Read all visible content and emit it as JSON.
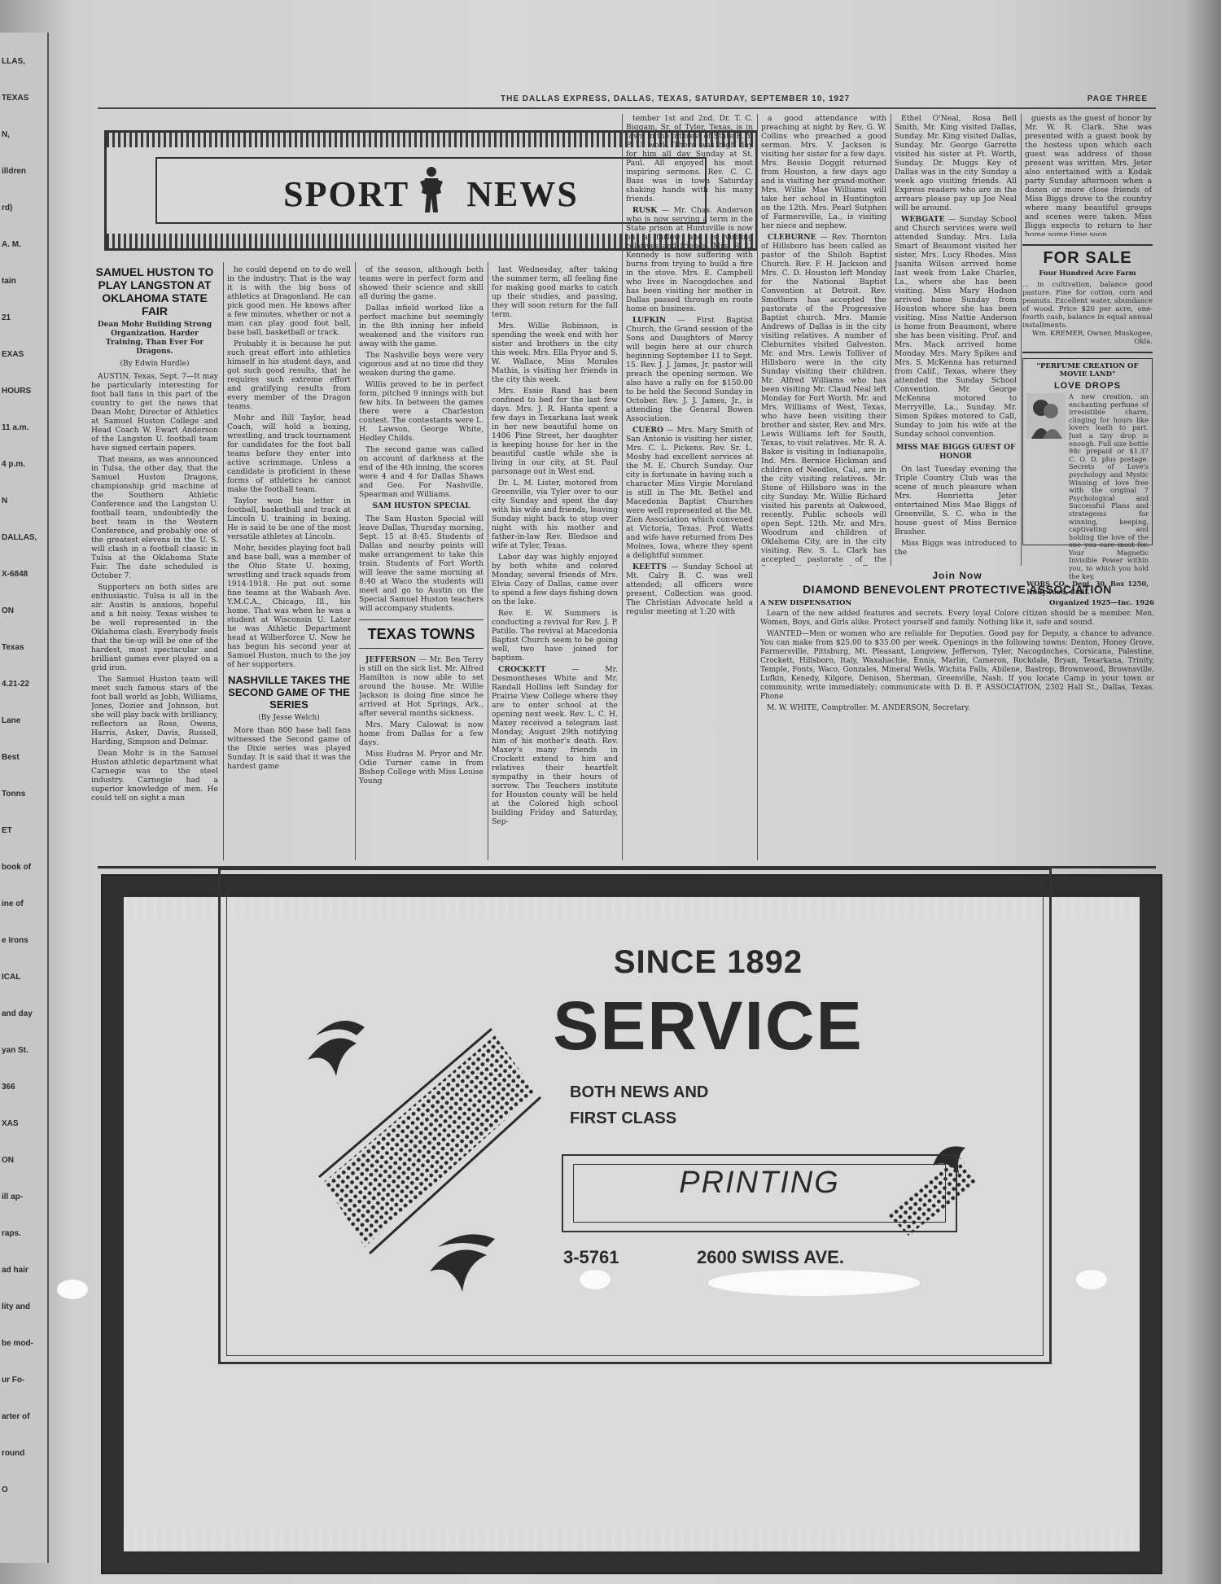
{
  "masthead": {
    "date_line": "THE DALLAS EXPRESS, DALLAS, TEXAS, SATURDAY, SEPTEMBER 10, 1927",
    "page_label": "PAGE THREE"
  },
  "banner": {
    "title_left": "SPORT",
    "title_right": "NEWS"
  },
  "left_strip": [
    "LLAS,",
    "TEXAS",
    "N,",
    "illdren",
    "rd)",
    "A. M.",
    "tain",
    "21",
    "EXAS",
    "HOURS",
    "11 a.m.",
    "4 p.m.",
    "N",
    "DALLAS,",
    "X-6848",
    "ON",
    "Texas",
    "4.21-22",
    "Lane",
    "Best",
    "Tonns",
    "ET",
    "book of",
    "ine of",
    "e Irons",
    "ICAL",
    "and day",
    "yan St.",
    "366",
    "XAS",
    "ON",
    "ill ap-",
    "raps.",
    "ad hair",
    "lity and",
    "be mod-",
    "ur Fo-",
    "arter of",
    "round",
    "O"
  ],
  "columns": {
    "col1": {
      "headline": "SAMUEL HUSTON TO PLAY LANGSTON AT OKLAHOMA STATE FAIR",
      "subhead": "Dean Mohr Building Strong Organization. Harder Training, Than Ever For Dragons.",
      "byline": "(By Edwin Hurdle)",
      "paragraphs": [
        "AUSTIN, Texas, Sept. 7—It may be particularly interesting for foot ball fans in this part of the country to get the news that Dean Mohr, Director of Athletics at Samuel Huston College and Head Coach W. Ewart Anderson of the Langston U. football team have signed certain papers.",
        "That means, as was announced in Tulsa, the other day, that the Samuel Huston Dragons, championship grid machine of the Southern Athletic Conference and the Langston U. football team, undoubtedly the best team in the Western Conference, and probably one of the greatest elevens in the U. S. will clash in a football classic in Tulsa at the Oklahoma State Fair. The date scheduled is October 7.",
        "Supporters on both sides are enthusiastic. Tulsa is all in the air. Austin is anxious, hopeful and a bit noisy. Texas wishes to be well represented in the Oklahoma clash. Everybody feels that the tie-up will be one of the hardest, most spectacular and brilliant games ever played on a grid iron.",
        "The Samuel Huston team will meet such famous stars of the foot ball world as Jobb, Williams, Jones, Dozier and Johnson, but she will play back with brilliancy, reflectors as Rose, Owens, Harris, Asker, Davis, Russell, Harding, Simpson and Delmar.",
        "Dean Mohr is in the Samuel Huston athletic department what Carnegie was to the steel industry. Carnegie had a superior knowledge of men. He could tell on sight a man"
      ]
    },
    "col2": {
      "paragraphs": [
        "he could depend on to do well in the industry. That is the way it is with the big boss of athletics at Dragonland. He can pick good men. He knows after a few minutes, whether or not a man can play good foot ball, base ball, basketball or track.",
        "Probably it is because he put such great effort into athletics himself in his student days, and got such good results, that he requires such extreme effort and gratifying results from every member of the Dragon teams.",
        "Mohr and Bill Taylor, head Coach, will hold a boxing, wrestling, and track tournament for candidates for the foot ball teams before they enter into active scrimmage. Unless a candidate is proficient in these forms of athletics he cannot make the football team.",
        "Taylor won his letter in football, basketball and track at Lincoln U. training in boxing. He is said to be one of the most versatile athletes at Lincoln.",
        "Mohr, besides playing foot ball and base ball, was a member of the Ohio State U. boxing, wrestling and track squads from 1914-1918. He put out some fine teams at the Wabash Ave. Y.M.C.A., Chicago, Ill., his home. That was when he was a student at Wisconsin U. Later he was Athletic Department head at Wilberforce U. Now he has begun his second year at Samuel Huston, much to the joy of her supporters."
      ],
      "headline2": "NASHVILLE TAKES THE SECOND GAME OF THE SERIES",
      "byline2": "(By Jesse Welch)",
      "paragraphs2": [
        "More than 800 base ball fans witnessed the Second game of the Dixie series was played Sunday. It is said that it was the hardest game"
      ]
    },
    "col3": {
      "paragraphs": [
        "of the season, although both teams were in perfect form and showed their science and skill all during the game.",
        "Dallas infield worked like a perfect machine but seemingly in the 8th inning her infield weakened and the visitors ran away with the game.",
        "The Nashville boys were very vigorous and at no time did they weaken during the game.",
        "Willis proved to be in perfect form, pitched 9 innings with but few hits. In between the games there were a Charleston contest. The contestants were L. H. Lawson, George White, Hedley Childs.",
        "The second game was called on account of darkness at the end of the 4th inning, the scores were 4 and 4 for Dallas Shaws and Geo. For Nashville, Spearman and Williams."
      ],
      "subhead": "SAM HUSTON SPECIAL",
      "paragraphs2": [
        "The Sam Huston Special will leave Dallas, Thursday morning, Sept. 15 at 8:45. Students of Dallas and nearby points will make arrangement to take this train. Students of Fort Worth will leave the same morning at 8:40 at Waco the students will meet and go to Austin on the Special Samuel Huston teachers will accompany students."
      ],
      "headline2": "TEXAS TOWNS",
      "town": "JEFFERSON",
      "paragraphs3": [
        "— Mr. Ben Terry is still on the sick list. Mr. Alfred Hamilton is now able to set around the house. Mr. Willie Jackson is doing fine since he arrived at Hot Springs, Ark., after several months sickness.",
        "Mrs. Mary Calowat is now home from Dallas for a few days.",
        "Miss Eudras M. Pryor and Mr. Odie Turner came in from Bishop College with Miss Louise Young"
      ]
    },
    "col4": {
      "paragraphs": [
        "last Wednesday, after taking the summer term, all feeling fine for making good marks to catch up their studies, and passing, they will soon return for the fall term.",
        "Mrs. Willie Robinson, is spending the week end with her sister and brothers in the city this week. Mrs. Ella Pryor and S. W. Wallace, Miss Morales Mathis, is visiting her friends in the city this week.",
        "Mrs. Essie Rand has been confined to bed for the last few days. Mrs. J. R. Hanta spent a few days in Texarkana last week in her new beautiful home on 1406 Pine Street, her daughter is keeping house for her in the beautiful castle while she is living in our city, at St. Paul parsonage out in West end.",
        "Dr. L. M. Lister, motored from Greenville, via Tyler over to our city Sunday and spent the day with his wife and friends, leaving Sunday night back to stop over night with his mother and father-in-law Rev. Bledsoe and wife at Tyler, Texas.",
        "Labor day was highly enjoyed by both white and colored Monday, several friends of Mrs. Elvia Cozy of Dallas, came over to spend a few days fishing down on the lake.",
        "Rev. E. W. Summers is conducting a revival for Rev. J. P. Patillo. The revival at Macedonia Baptist Church seem to be going well, two have joined for baptism."
      ],
      "town": "CROCKETT",
      "paragraphs2": [
        "— Mr. Desmontheses White and Mr. Randall Hollins left Sunday for Prairie View College where they are to enter school at the opening next week. Rev. L. C. H. Maxey received a telegram last Monday, August 29th notifying him of his mother's death. Rev. Maxey's many friends in Crockett extend to him and relatives their heartfelt sympathy in their hours of sorrow. The Teachers institute for Houston county will be held at the Colored high school building Friday and Saturday, Sep-"
      ]
    },
    "col5": {
      "paragraphs": [
        "tember 1st and 2nd. Dr. T. C. Biggam, Sr. of Tyler, Texas, is in town in the interest of State B. Y. P. U. work. There was high day for him all day Sunday at St. Paul. All enjoyed his most inspiring sermons. Rev. C. C. Bass was in town Saturday shaking hands with his many friends."
      ],
      "town1": "RUSK",
      "paragraphs2": [
        "— Mr. Chas. Anderson who is now serving a term in the State prison at Huntsville is now on a furlow and is visiting relatives and friends. Mrs. R. L. Kennedy is now suffering with burns from trying to build a fire in the stove. Mrs. E. Campbell who lives in Nacogdoches and has been visiting her mother in Dallas passed through en route home on business."
      ],
      "town2": "LUFKIN",
      "paragraphs3": [
        "— First Baptist Church, the Grand session of the Sons and Daughters of Mercy will begin here at our church beginning September 11 to Sept. 15. Rev. J. J. James, Jr. pastor will preach the opening sermon. We also have a rally on for $150.00 to be held the Second Sunday in October. Rev. J. J. James, Jr., is attending the General Bowen Association."
      ],
      "town3": "CUERO",
      "paragraphs4": [
        "— Mrs. Mary Smith of San Antonio is visiting her sister, Mrs. C. L. Pickens. Rev. Sr. L. Mosby had excellent services at the M. E. Church Sunday. Our city is fortunate in having such a character Miss Virgie Moreland is still in The Mt. Bethel and Macedonia Baptist Churches were well represented at the Mt. Zion Association which convened at Victoria, Texas. Prof. Watts and wife have returned from Des Moines, Iowa, where they spent a delightful summer."
      ],
      "town4": "KEETTS",
      "paragraphs5": [
        "— Sunday School at Mt. Calry B. C. was well attended; all officers were present. Collection was good. The Christian Advocate held a regular meeting at 1:20 with"
      ]
    },
    "col6": {
      "paragraphs": [
        "a good attendance with preaching at night by Rev. G. W. Collins who preached a good sermon. Mrs. V. Jackson is visiting her sister for a few days. Mrs. Bessie Doggit returned from Houston, a few days ago and is visiting her grand-mother. Mrs. Willie Mae Williams will take her school in Huntington on the 12th. Mrs. Pearl Sutphen of Farmersville, La., is visiting her niece and nephew."
      ],
      "town": "CLEBURNE",
      "paragraphs2": [
        "— Rev. Thornton of Hillsboro has been called as pastor of the Shiloh Baptist Church. Rev. F. H. Jackson and Mrs. C. D. Houston left Monday for the National Baptist Convention at Detroit. Rev. Smothers has accepted the pastorate of the Progressive Baptist church. Mrs. Mamie Andrews of Dallas is in the city visiting relatives. A number of Cleburnites visited Galveston. Mr. and Mrs. Lewis Tolliver of Hillsboro were in the city Sunday visiting their children. Mr. Alfred Williams who has been visiting Mr. Claud Neal left Monday for Fort Worth. Mr. and Mrs. Williams of West, Texas, who have been visiting their brother and sister, Rev. and Mrs. Lewis Williams left for South, Texas, to visit relatives. Mr. R. A. Baker is visiting in Indianapolis, Ind. Mrs. Bernice Hickman and children of Needles, Cal., are in the city visiting relatives. Mr. Stone of Hillsboro was in the city Sunday. Mr. Willie Richard visited his parents at Oakwood, recently. Public schools will open Sept. 12th. Mr. and Mrs. Woodrum and children of Oklahoma City, are in the city visiting. Rev. S. L. Clark has accepted pastorate of the Baptist Church at Italy, Texas. Mrs. Beulah Holley who has been visiting her brother and son at Tulsa, Oklahoma, has returned. Mr. Roleaque of Fort Worth was the guest of Mr. Claude Neal Sunday. Mesdames"
      ]
    },
    "col7": {
      "paragraphs": [
        "Ethel O'Neal, Rosa Bell Smith, Mr. King visited Dallas, Sunday. Mr. King visited Dallas, Sunday. Mr. George Garrette visited his sister at Ft. Worth, Sunday. Dr. Muggs Key of Dallas was in the city Sunday a week ago visiting friends. All Express readers who are in the arrears please pay up Joe Neal will be around."
      ],
      "town": "WEBGATE",
      "paragraphs2": [
        "— Sunday School and Church services were well attended Sunday. Mrs. Lula Smart of Beaumont visited her sister, Mrs. Lucy Rhodes. Miss Juanita Wilson arrived home last week from Lake Charles, La., where she has been visiting. Miss Mary Hodson arrived home Sunday from Houston where she has been visiting. Miss Nattie Anderson is home from Beaumont, where she has been visiting. Prof. and Mrs. Mack arrived home Monday. Mrs. Mary Spikes and Mrs. S. McKenna has returned from Calif., Texas, where they attended the Sunday School Convention. Mr. George McKenna motored to Merryville, La., Sunday. Mr. Simon Spikes motored to Call, Sunday to join his wife at the Sunday school convention."
      ],
      "headline2": "MISS MAE BIGGS GUEST OF HONOR",
      "paragraphs3": [
        "On last Tuesday evening the Triple Country Club was the scene of much pleasure when Mrs. Henrietta Jeter entertained Miss Mae Biggs of Greenville, S. C. who is the house guest of Miss Bernice Brasher.",
        "Miss Biggs was introduced to the"
      ]
    },
    "col8": {
      "paragraphs": [
        "guests as the guest of honor by Mr. W. R. Clark. She was presented with a guest book by the hostess upon which each guest was address of those present was written. Mrs. Jeter also entertained with a Kodak party Sunday afternoon when a dozen or more close friends of Miss Biggs drove to the country where many beautiful groups and scenes were taken. Miss Biggs expects to return to her home some time soon."
      ]
    },
    "forsale": {
      "title": "FOR SALE",
      "subtitle": "Four Hundred Acre Farm",
      "text": "... in cultivation, balance good pasture. Fine for cotton, corn and peanuts. Excellent water, abundance of wood. Price $20 per acre, one-fourth cash, balance in equal annual installments.",
      "signature": "Wm. KREMER, Owner, Muskogee, Okla."
    },
    "lovedrops": {
      "title": "\"PERFUME CREATION OF MOVIE LAND\"",
      "name": "LOVE DROPS",
      "text": "A new creation, an enchanting perfume of irresistible charm, clinging for hours like lovers loath to part. Just a tiny drop is enough. Full size bottle 98c prepaid or $1.37 C. O. D. plus postage. Secrets of Love's psychology and Mystic Winning of love free with the original 7 Psychological and Successful Plans and strategems for winning, keeping, captivating and holding the love of the one you care most for. Your Magnetic Invisible Power within you, to which you hold the key.",
      "address": "WORS CO., Dept. 30, Box 1250, Hollywood, Calif."
    },
    "join": {
      "title": "Join Now",
      "org": "DIAMOND BENEVOLENT PROTECTIVE ASSOCIATION",
      "line1_left": "A NEW DISPENSATION",
      "line1_right": "Organized 1925—Inc. 1926",
      "paragraphs": [
        "Learn of the new added features and secrets. Every loyal Colore citizen should be a member. Men, Women, Boys, and Girls alike. Protect yourself and family. Nothing like it, safe and sound.",
        "WANTED—Men or women who are reliable for Deputies. Good pay for Deputy, a chance to advance. You can make from $25.00 to $35.00 per week. Openings in the following towns: Denton, Honey Grove, Farmersville, Pittsburg, Mt. Pleasant, Longview, Jefferson, Tyler, Nacogdoches, Corsicana, Palestine, Crockett, Hillsboro, Italy, Waxahachie, Ennis, Marlin, Cameron, Rockdale, Bryan, Texarkana, Trinity, Temple, Fonts, Waco, Gonzales, Mineral Wells, Wichita Falls, Abilene, Bastrop, Brownwood, Brownsville, Lufkin, Kenedy, Kilgore, Denison, Sherman, Greenville, Nash. If you locate Camp in your town or community, write immediately; communicate with D. B. P. ASSOCIATION, 2302 Hall St., Dallas, Texas. Phone",
        "M. W. WHITE, Comptroller.                    M. ANDERSON, Secretary."
      ]
    },
    "ad": {
      "since": "SINCE 1892",
      "service": "SERVICE",
      "both": "BOTH NEWS AND",
      "first_class": "FIRST CLASS",
      "printing": "PRINTING",
      "phone": "3-5761",
      "address": "2600 SWISS AVE."
    }
  }
}
